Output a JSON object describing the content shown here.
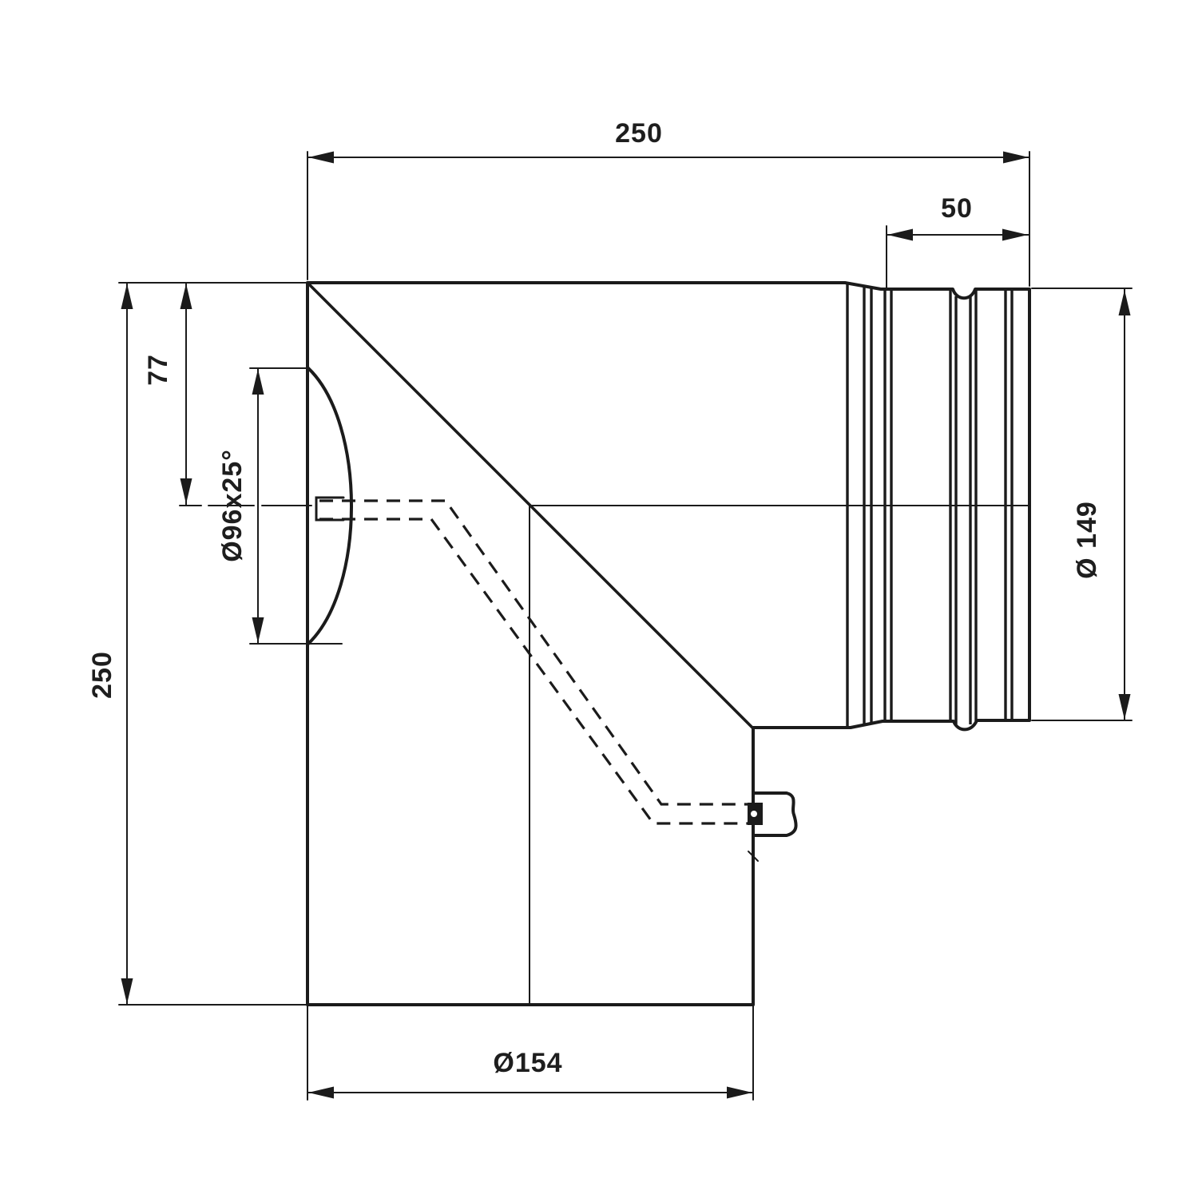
{
  "drawing": {
    "kind": "technical-dimension-drawing",
    "colors": {
      "line": "#1b1b1b",
      "background": "#ffffff",
      "text": "#1e1e1e"
    },
    "dims": {
      "top_length": {
        "label": "250"
      },
      "socket_depth": {
        "label": "50"
      },
      "outlet_offset": {
        "label": "77"
      },
      "side_outlet": {
        "label": "Ø96x25°"
      },
      "height": {
        "label": "250"
      },
      "spigot_od": {
        "label": "Ø 149"
      },
      "body_od": {
        "label": "Ø154"
      }
    }
  }
}
